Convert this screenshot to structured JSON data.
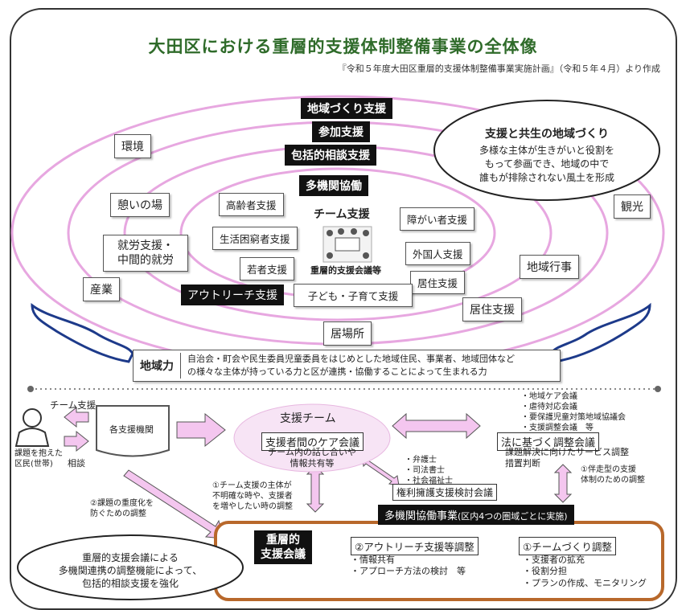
{
  "title": "大田区における重層的支援体制整備事業の全体像",
  "subtitle": "『令和５年度大田区重層的支援体制整備事業実施計画』（令和５年４月）より作成",
  "layers": [
    "地域づくり支援",
    "参加支援",
    "包括的相談支援",
    "多機関協働"
  ],
  "center": {
    "heading": "チーム支援",
    "meeting": "重層的支援会議等"
  },
  "inner_items": [
    "高齢者支援",
    "障がい者支援",
    "生活困窮者支援",
    "外国人支援",
    "若者支援",
    "居住支援",
    "子ども・子育て支援"
  ],
  "outreach": "アウトリーチ支援",
  "outer_items": [
    "環境",
    "憩いの場",
    "就労支援・\n中間的就労",
    "産業",
    "観光",
    "地域行事",
    "居住支援",
    "居場所"
  ],
  "bubble": {
    "heading": "支援と共生の地域づくり",
    "text": "多様な主体が生きがいと役割を\nもって参画でき、地域の中で\n誰もが排除されない風土を形成"
  },
  "chiikiryoku": {
    "label": "地域力",
    "text": "自治会・町会や民生委員児童委員をはじめとした地域住民、事業者、地域団体など\nの様々な主体が持っている力と区が連携・協働することによって生まれる力"
  },
  "flow": {
    "team_support_label": "チーム支援",
    "resident": "課題を抱えた\n区民(世帯)",
    "consult": "相談",
    "agencies": "各支援機関",
    "support_team": "支援チーム",
    "care_meeting": "支援者間のケア会議",
    "care_meeting_desc": "チーム内の話し合いや\n情報共有等",
    "legal_list": "・地域ケア会議\n・虐待対応会議\n・要保護児童対策地域協議会\n・支援調整会議　等",
    "legal_meeting": "法に基づく調整会議",
    "legal_desc": "課題解決に向けたサービス調整\n措置判断",
    "experts": "・弁護士\n・司法書士\n・社会福祉士",
    "rights_meeting": "権利擁護支援検討会議",
    "note_left": "②課題の重度化を\n防ぐための調整",
    "note_center": "①チーム支援の主体が\n不明確な時や、支援者\nを増やしたい時の調整",
    "note_right": "①伴走型の支援\n体制のための調整",
    "multi_project": "多機関協働事業",
    "multi_project_note": "(区内4つの圏域ごとに実施)",
    "layered_meeting": "重層的\n支援会議",
    "outreach_coord": "②アウトリーチ支援等調整",
    "outreach_items": "・情報共有\n・アプローチ方法の検討　等",
    "team_coord": "①チームづくり調整",
    "team_items": "・支援者の拡充\n・役割分担\n・プランの作成、モニタリング",
    "bottom_bubble": "重層的支援会議による\n多機関連携の調整機能によって、\n包括的相談支援を強化"
  }
}
